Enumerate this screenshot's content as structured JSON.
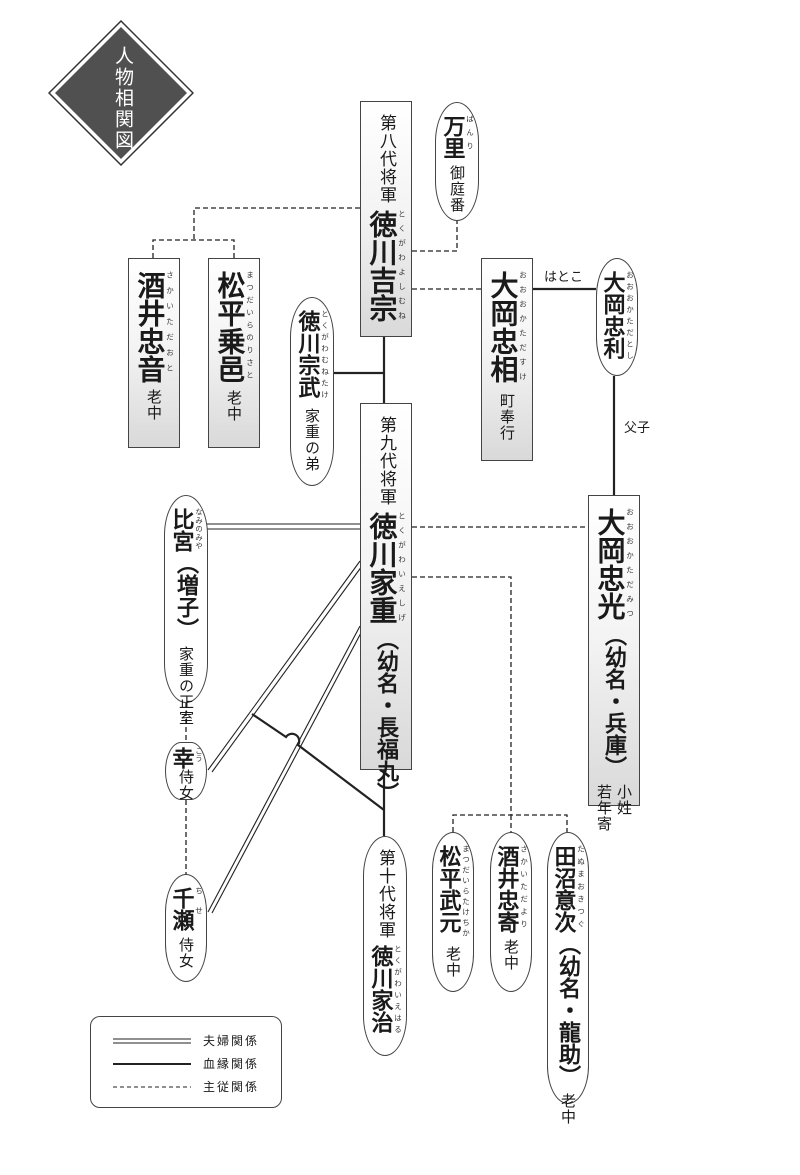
{
  "title": "人物相関図",
  "colors": {
    "title_bg": "#505050",
    "line": "#222222",
    "box_border": "#444444"
  },
  "nodes": {
    "yoshimune": {
      "rank": "第八代将軍",
      "name": "徳川吉宗",
      "ruby": "とくがわよしむね",
      "shape": "rect"
    },
    "banri": {
      "name": "万里",
      "ruby": "ばんり",
      "role": "御庭番",
      "shape": "pill"
    },
    "sakai_tadaoto": {
      "name": "酒井忠音",
      "ruby": "さかいただおと",
      "role": "老中",
      "shape": "rect"
    },
    "matsudaira_norisato": {
      "name": "松平乗邑",
      "ruby": "まつだいらのりさと",
      "role": "老中",
      "shape": "rect"
    },
    "munetake": {
      "name": "徳川宗武",
      "ruby": "とくがわむねたけ",
      "role": "家重の弟",
      "shape": "pill"
    },
    "tadasuke": {
      "name": "大岡忠相",
      "ruby": "おおおかただすけ",
      "role": "町奉行",
      "shape": "rect"
    },
    "tadatoshi": {
      "name": "大岡忠利",
      "ruby": "おおおかただとし",
      "shape": "pill"
    },
    "ieshige": {
      "rank": "第九代将軍",
      "name": "徳川家重",
      "ruby": "とくがわいえしげ",
      "alias": "（幼名・長福丸）",
      "shape": "rect"
    },
    "tadamitsu": {
      "name": "大岡忠光",
      "ruby": "おおおかただみつ",
      "alias": "（幼名・兵庫）",
      "role1": "小姓",
      "role2": "若年寄",
      "shape": "rect"
    },
    "naminomiya": {
      "name": "比宮",
      "ruby": "なみのみや",
      "alias": "（増子）",
      "role": "家重の正室",
      "shape": "pill"
    },
    "kou": {
      "name": "幸",
      "ruby": "こう",
      "role": "侍女",
      "shape": "pill"
    },
    "chise": {
      "name": "千瀬",
      "ruby": "ちせ",
      "role": "侍女",
      "shape": "pill"
    },
    "ieharu": {
      "rank": "第十代将軍",
      "name": "徳川家治",
      "ruby": "とくがわいえはる",
      "shape": "pill"
    },
    "matsudaira_taketika": {
      "name": "松平武元",
      "ruby": "まつだいらたけちか",
      "role": "老中",
      "shape": "pill"
    },
    "sakai_tadayori": {
      "name": "酒井忠寄",
      "ruby": "さかいただより",
      "role": "老中",
      "shape": "pill"
    },
    "tanuma": {
      "name": "田沼意次",
      "ruby": "たぬまおきつぐ",
      "alias": "（幼名・龍助）",
      "role": "老中",
      "shape": "pill"
    }
  },
  "relations": {
    "hatoko": "はとこ",
    "fushi": "父子"
  },
  "legend": [
    {
      "style": "double",
      "label": "夫婦関係"
    },
    {
      "style": "solid",
      "label": "血縁関係"
    },
    {
      "style": "dashed",
      "label": "主従関係"
    }
  ]
}
